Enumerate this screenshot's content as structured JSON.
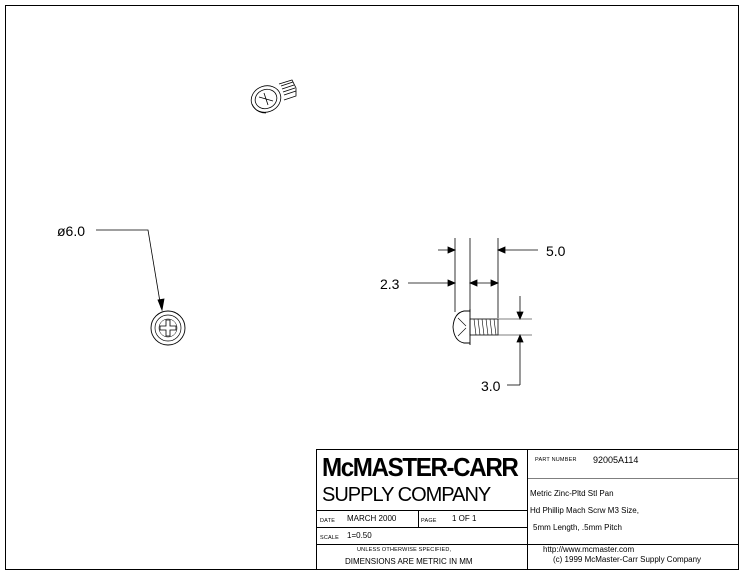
{
  "dimensions": {
    "head_diameter": "ø6.0",
    "length": "5.0",
    "head_height": "2.3",
    "thread_diameter": "3.0"
  },
  "title_block": {
    "company_line1": "McMASTER-CARR",
    "company_line2": "SUPPLY COMPANY",
    "part_number_label": "PART NUMBER",
    "part_number": "92005A114",
    "description_line1": "Metric Zinc-Pltd Stl Pan",
    "description_line2": "Hd Phillip Mach Scrw M3 Size,",
    "description_line3": "5mm Length, .5mm Pitch",
    "date_label": "DATE",
    "date": "MARCH 2000",
    "page_label": "PAGE",
    "page": "1 OF 1",
    "scale_label": "SCALE",
    "scale": "1=0.50",
    "note_line1": "UNLESS OTHERWISE SPECIFIED,",
    "note_line2": "DIMENSIONS ARE METRIC IN MM",
    "website": "http://www.mcmaster.com",
    "copyright": "(c) 1999 McMaster-Carr Supply Company"
  }
}
